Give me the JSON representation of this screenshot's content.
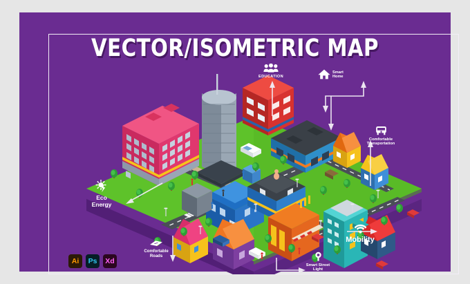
{
  "poster": {
    "title": "VECTOR/ISOMETRIC MAP",
    "background_color": "#6a2c91",
    "frame_color": "#e6e6e6",
    "inner_rule_color": "#f2eef6"
  },
  "callouts": [
    {
      "id": "education",
      "icon": "people-group-icon",
      "line1": "Education",
      "line2": "",
      "style": "small-caps"
    },
    {
      "id": "smart-home",
      "icon": "house-icon",
      "line1": "Smart",
      "line2": "Home",
      "style": "small"
    },
    {
      "id": "transportation",
      "icon": "bus-icon",
      "line1": "Comfortable",
      "line2": "Transportation",
      "style": "small"
    },
    {
      "id": "mobility",
      "icon": "wifi-icon",
      "line1": "Mobility",
      "line2": "",
      "style": "large"
    },
    {
      "id": "street-light",
      "icon": "street-lamp-icon",
      "line1": "Smart Street",
      "line2": "Light",
      "style": "small"
    },
    {
      "id": "roads",
      "icon": "road-card-icon",
      "line1": "Comfortable",
      "line2": "Roads",
      "style": "small"
    },
    {
      "id": "eco-energy",
      "icon": "sun-bolt-icon",
      "line1": "Eco",
      "line2": "Energy",
      "style": "medium"
    }
  ],
  "adobe_badges": [
    {
      "id": "illustrator",
      "label": "Ai",
      "bg": "#2c1a06",
      "fg": "#ff9a00"
    },
    {
      "id": "photoshop",
      "label": "Ps",
      "bg": "#061e26",
      "fg": "#31c5f0"
    },
    {
      "id": "xd",
      "label": "Xd",
      "bg": "#2b0720",
      "fg": "#ff61f6"
    }
  ],
  "map": {
    "ground_top": "#5ec22a",
    "ground_side": "#4aa41f",
    "road": "#4a4f57",
    "road_dash": "#ffffff",
    "sidewalk": "#cbb58f",
    "buildings": [
      {
        "name": "pink-office-tower",
        "color": "#e0376e"
      },
      {
        "name": "grey-round-tower",
        "color": "#9aa7b4"
      },
      {
        "name": "red-block-building",
        "color": "#d8322f"
      },
      {
        "name": "blue-civic-building",
        "color": "#1f6fc4"
      },
      {
        "name": "teal-office-block",
        "color": "#2ab6b6"
      },
      {
        "name": "yellow-house",
        "color": "#f6c21c"
      },
      {
        "name": "orange-house",
        "color": "#ef7622"
      },
      {
        "name": "purple-house",
        "color": "#7e3fa0"
      },
      {
        "name": "red-roof-house",
        "color": "#d62828"
      },
      {
        "name": "blue-house",
        "color": "#3f8fd8"
      }
    ]
  }
}
